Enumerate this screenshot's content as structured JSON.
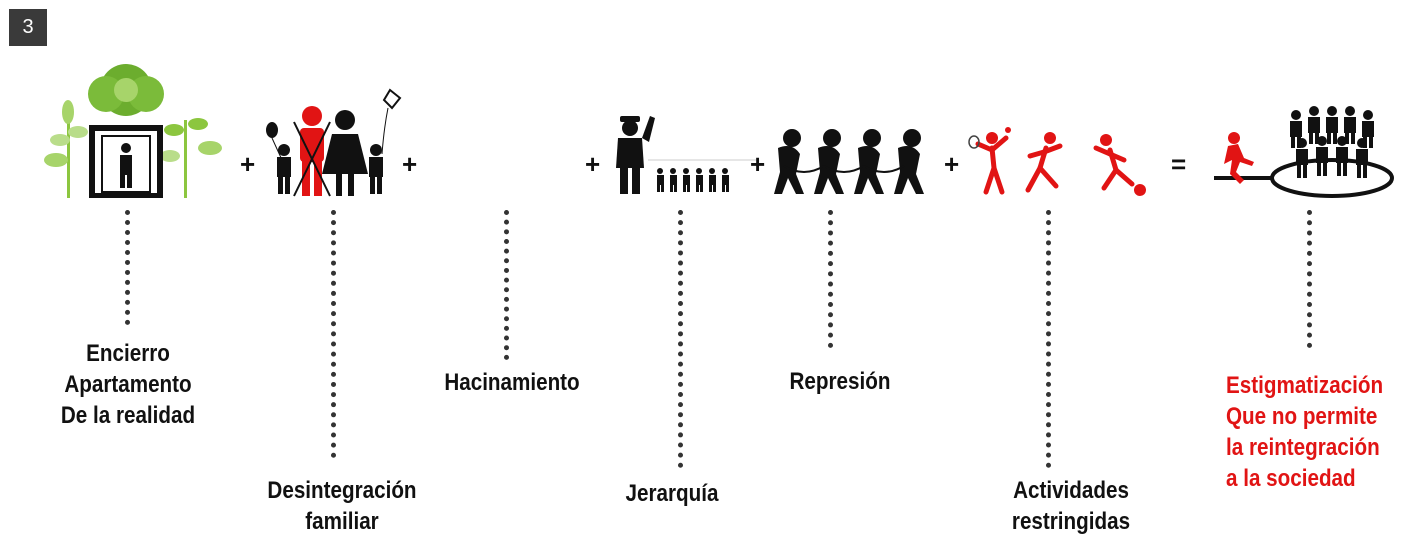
{
  "badge": "3",
  "operators": {
    "plus": "+",
    "equals": "="
  },
  "labels": {
    "encierro": [
      "Encierro",
      "Apartamento",
      "De la realidad"
    ],
    "desintegracion": [
      "Desintegración",
      "familiar"
    ],
    "hacinamiento": [
      "Hacinamiento"
    ],
    "jerarquia": [
      "Jerarquía"
    ],
    "represion": [
      "Represión"
    ],
    "actividades": [
      "Actividades",
      "restringidas"
    ],
    "estigmatizacion": [
      "Estigmatización",
      "Que no permite",
      "la reintegración",
      "a la sociedad"
    ]
  },
  "colors": {
    "accent_red": "#e11414",
    "leaf_green": "#8cc63f",
    "dark": "#111111"
  }
}
